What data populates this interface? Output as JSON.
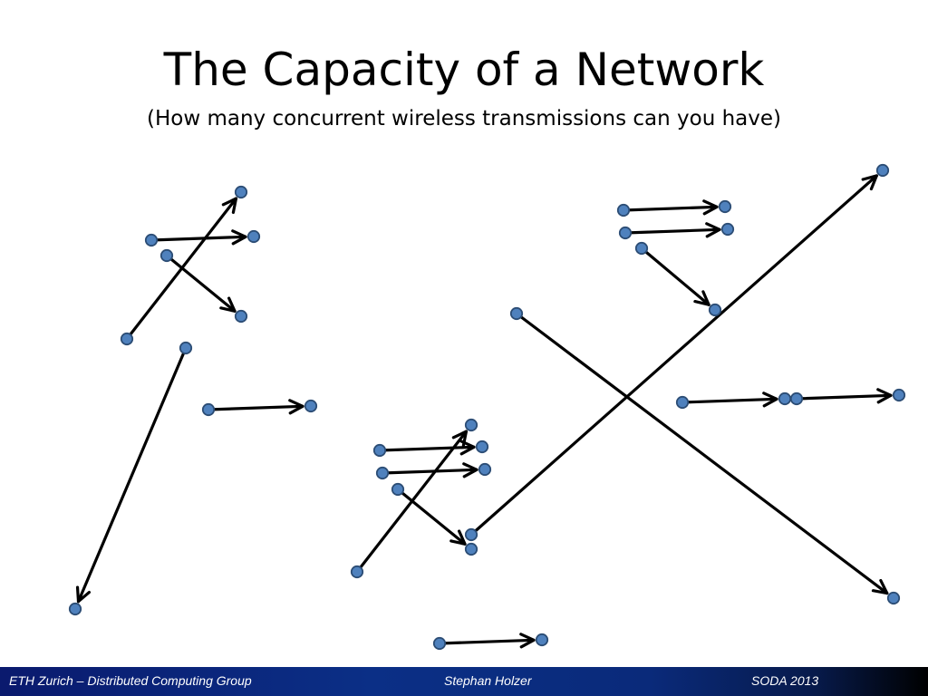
{
  "slide": {
    "title": "The Capacity of a Network",
    "subtitle": "(How many concurrent wireless transmissions can you have)"
  },
  "footer": {
    "left": "ETH Zurich – Distributed Computing Group",
    "center": "Stephan Holzer",
    "right": "SODA 2013"
  },
  "colors": {
    "node_fill": "#4f81bd",
    "node_stroke": "#2c4d75",
    "link": "#000000"
  },
  "diagram": {
    "nodes": [
      {
        "id": "a1"
      },
      {
        "id": "a2"
      },
      {
        "id": "a3"
      },
      {
        "id": "a4"
      },
      {
        "id": "a5"
      },
      {
        "id": "a6"
      },
      {
        "id": "a7"
      },
      {
        "id": "a8"
      },
      {
        "id": "a9"
      },
      {
        "id": "a10"
      },
      {
        "id": "b1"
      },
      {
        "id": "b2"
      },
      {
        "id": "b3"
      },
      {
        "id": "b4"
      },
      {
        "id": "b5"
      },
      {
        "id": "b6"
      },
      {
        "id": "b7"
      },
      {
        "id": "b8"
      },
      {
        "id": "c1"
      },
      {
        "id": "c2"
      },
      {
        "id": "c3"
      },
      {
        "id": "c4"
      },
      {
        "id": "c5"
      },
      {
        "id": "c6"
      },
      {
        "id": "d1"
      },
      {
        "id": "d2"
      },
      {
        "id": "d3"
      },
      {
        "id": "d4"
      },
      {
        "id": "e1"
      },
      {
        "id": "e2"
      },
      {
        "id": "e3"
      },
      {
        "id": "e4"
      },
      {
        "id": "f1"
      },
      {
        "id": "f2"
      }
    ],
    "links": [
      {
        "from": "a1",
        "to": "a2"
      },
      {
        "from": "a3",
        "to": "a4"
      },
      {
        "from": "a5",
        "to": "a6"
      },
      {
        "from": "a7",
        "to": "a8"
      },
      {
        "from": "a9",
        "to": "a10"
      },
      {
        "from": "b1",
        "to": "b2"
      },
      {
        "from": "b3",
        "to": "b4"
      },
      {
        "from": "b5",
        "to": "b6"
      },
      {
        "from": "b7",
        "to": "b8"
      },
      {
        "from": "c1",
        "to": "c2"
      },
      {
        "from": "c3",
        "to": "c4"
      },
      {
        "from": "c5",
        "to": "c6"
      },
      {
        "from": "d1",
        "to": "d2"
      },
      {
        "from": "d3",
        "to": "d4"
      },
      {
        "from": "e1",
        "to": "e2"
      },
      {
        "from": "e3",
        "to": "e4"
      },
      {
        "from": "f1",
        "to": "f2"
      }
    ]
  }
}
